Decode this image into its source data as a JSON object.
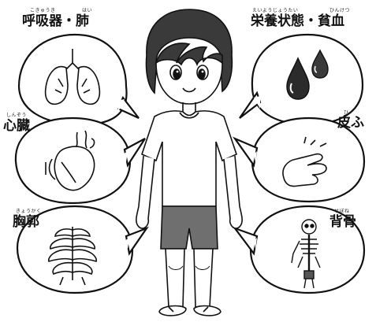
{
  "labels": {
    "lungs": "呼吸器・肺",
    "lungs_ruby_1": "こきゅうき",
    "lungs_ruby_2": "はい",
    "nutrition": "栄養状態・貧血",
    "nutrition_ruby_1": "えいようじょうたい",
    "nutrition_ruby_2": "ひんけつ",
    "heart": "心臓",
    "heart_ruby": "しんぞう",
    "skin": "皮ふ",
    "skin_ruby": "ひ",
    "chest": "胸郭",
    "chest_ruby": "きょうかく",
    "spine": "背骨",
    "spine_ruby": "せぼね"
  },
  "icons": {
    "lungs": "lungs-icon",
    "drops": "blood-drops-icon",
    "heart": "heart-icon",
    "hand": "hand-icon",
    "ribcage": "ribcage-icon",
    "skeleton": "skeleton-icon",
    "child": "child-figure"
  },
  "colors": {
    "line": "#111111",
    "hair": "#3a3a3a",
    "shorts": "#6f6f6f",
    "drop": "#2b2b2b"
  }
}
